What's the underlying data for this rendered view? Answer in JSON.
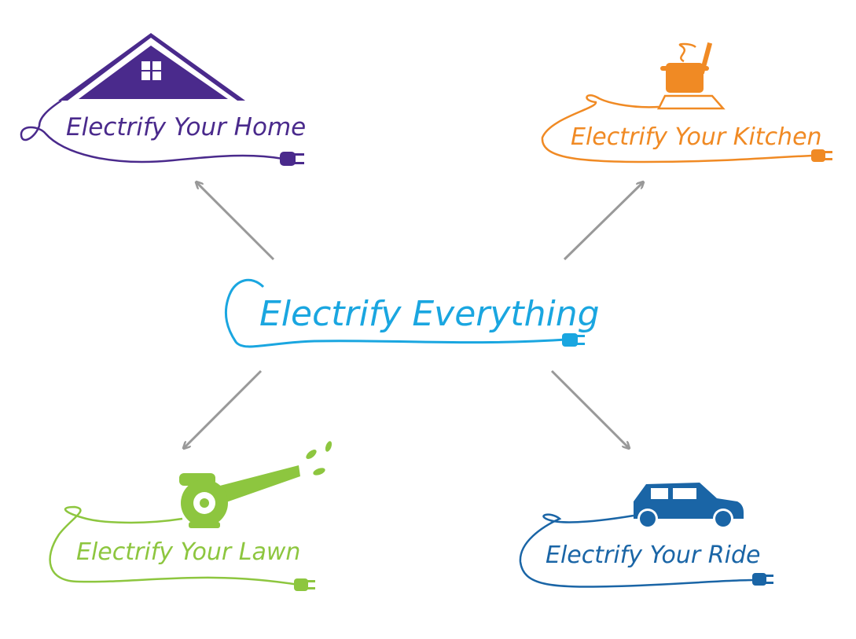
{
  "center": {
    "label": "Electrify Everything",
    "color": "#1aa6e0"
  },
  "nodes": [
    {
      "id": "home",
      "label": "Electrify Your Home",
      "icon": "house-icon",
      "color": "#4a2a8c"
    },
    {
      "id": "kitchen",
      "label": "Electrify Your Kitchen",
      "icon": "cooking-pot-icon",
      "color": "#f08a24"
    },
    {
      "id": "lawn",
      "label": "Electrify Your Lawn",
      "icon": "leaf-blower-icon",
      "color": "#8dc63f"
    },
    {
      "id": "ride",
      "label": "Electrify Your Ride",
      "icon": "car-icon",
      "color": "#1a65a6"
    }
  ],
  "arrow_color": "#999999"
}
